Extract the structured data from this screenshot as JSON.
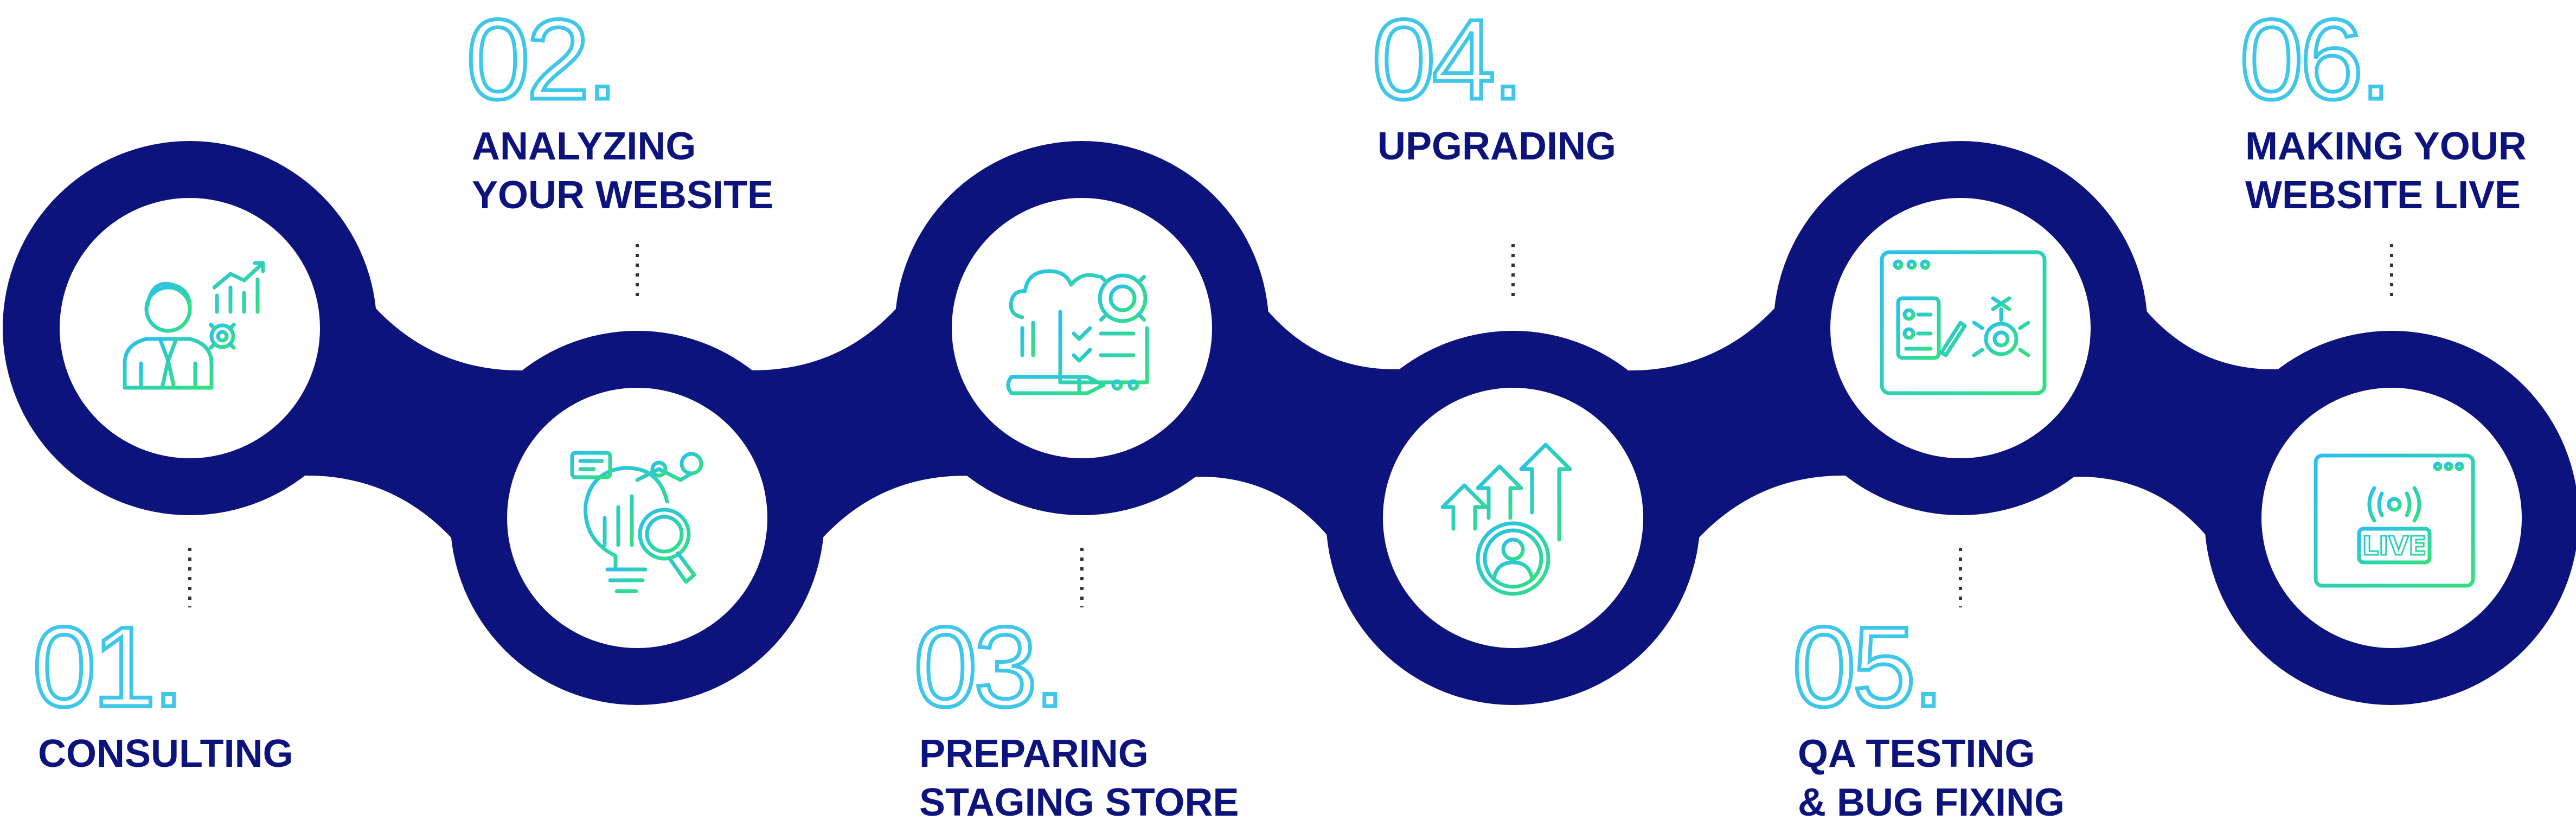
{
  "colors": {
    "chain": "#0d137d",
    "label": "#0d137d",
    "number_outline": "#3ec7e9",
    "icon_gradient_start": "#29c0ee",
    "icon_gradient_end": "#33e07f",
    "background": "#ffffff"
  },
  "steps": [
    {
      "number": "01.",
      "lines": [
        "CONSULTING"
      ],
      "icon": "consultant-icon"
    },
    {
      "number": "02.",
      "lines": [
        "ANALYZING",
        "YOUR WEBSITE"
      ],
      "icon": "analysis-icon"
    },
    {
      "number": "03.",
      "lines": [
        "PREPARING",
        "STAGING STORE"
      ],
      "icon": "planning-icon"
    },
    {
      "number": "04.",
      "lines": [
        "UPGRADING"
      ],
      "icon": "upgrade-icon"
    },
    {
      "number": "05.",
      "lines": [
        "QA TESTING",
        "& BUG FIXING"
      ],
      "icon": "bug-testing-icon"
    },
    {
      "number": "06.",
      "lines": [
        "MAKING YOUR",
        "WEBSITE LIVE"
      ],
      "icon": "live-website-icon"
    }
  ],
  "live_badge": "LIVE"
}
